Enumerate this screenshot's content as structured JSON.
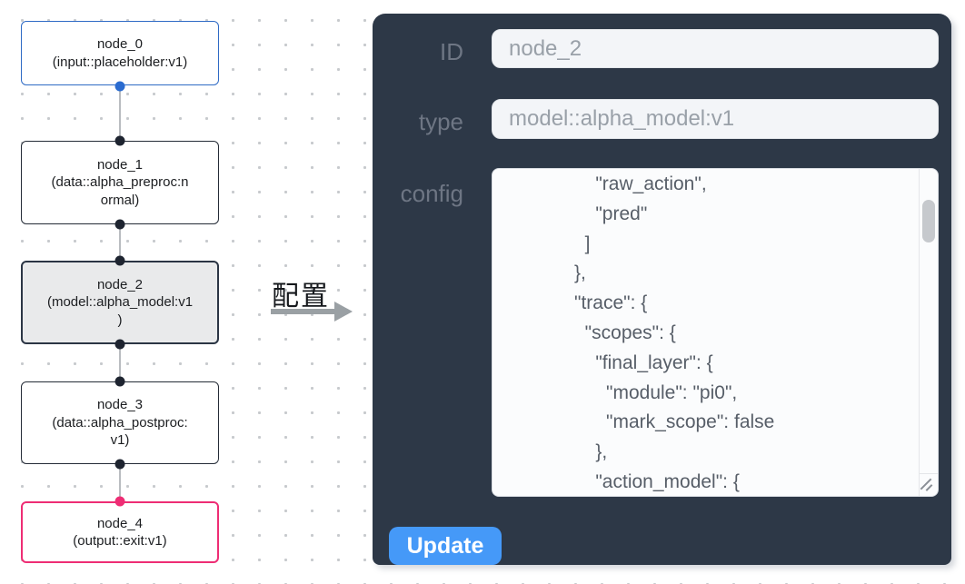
{
  "flow": {
    "nodes": [
      {
        "id": "node_0",
        "lines": [
          "node_0",
          "(input::placeholder:v1)"
        ],
        "border_color": "#2e6ac5",
        "bg": "#ffffff",
        "selected": false
      },
      {
        "id": "node_1",
        "lines": [
          "node_1",
          "(data::alpha_preproc:n",
          "ormal)"
        ],
        "border_color": "#242b36",
        "bg": "#ffffff",
        "selected": false
      },
      {
        "id": "node_2",
        "lines": [
          "node_2",
          "(model::alpha_model:v1",
          ")"
        ],
        "border_color": "#2b3544",
        "bg": "#e9eaeb",
        "selected": true
      },
      {
        "id": "node_3",
        "lines": [
          "node_3",
          "(data::alpha_postproc:",
          "v1)"
        ],
        "border_color": "#242b36",
        "bg": "#ffffff",
        "selected": false
      },
      {
        "id": "node_4",
        "lines": [
          "node_4",
          "(output::exit:v1)"
        ],
        "border_color": "#ee2d74",
        "bg": "#ffffff",
        "selected": false
      }
    ],
    "edge_color": "#b9bcc0",
    "handle_colors": {
      "input_node": "#2a6bd0",
      "middle_nodes": "#1e2430",
      "output_node": "#ee2d74"
    }
  },
  "transfer": {
    "label": "配置",
    "arrow_color": "#9aa0a4"
  },
  "panel": {
    "bg_color": "#2d3847",
    "label_color": "#6e7684",
    "fields": [
      {
        "label": "ID",
        "value": "node_2"
      },
      {
        "label": "type",
        "value": "model::alpha_model:v1"
      }
    ],
    "config": {
      "label": "config",
      "text": "                \"raw_action\",\n                \"pred\"\n              ]\n            },\n            \"trace\": {\n              \"scopes\": {\n                \"final_layer\": {\n                  \"module\": \"pi0\",\n                  \"mark_scope\": false\n                },\n                \"action_model\": {"
    },
    "update_label": "Update",
    "button_color": "#4599f8"
  }
}
